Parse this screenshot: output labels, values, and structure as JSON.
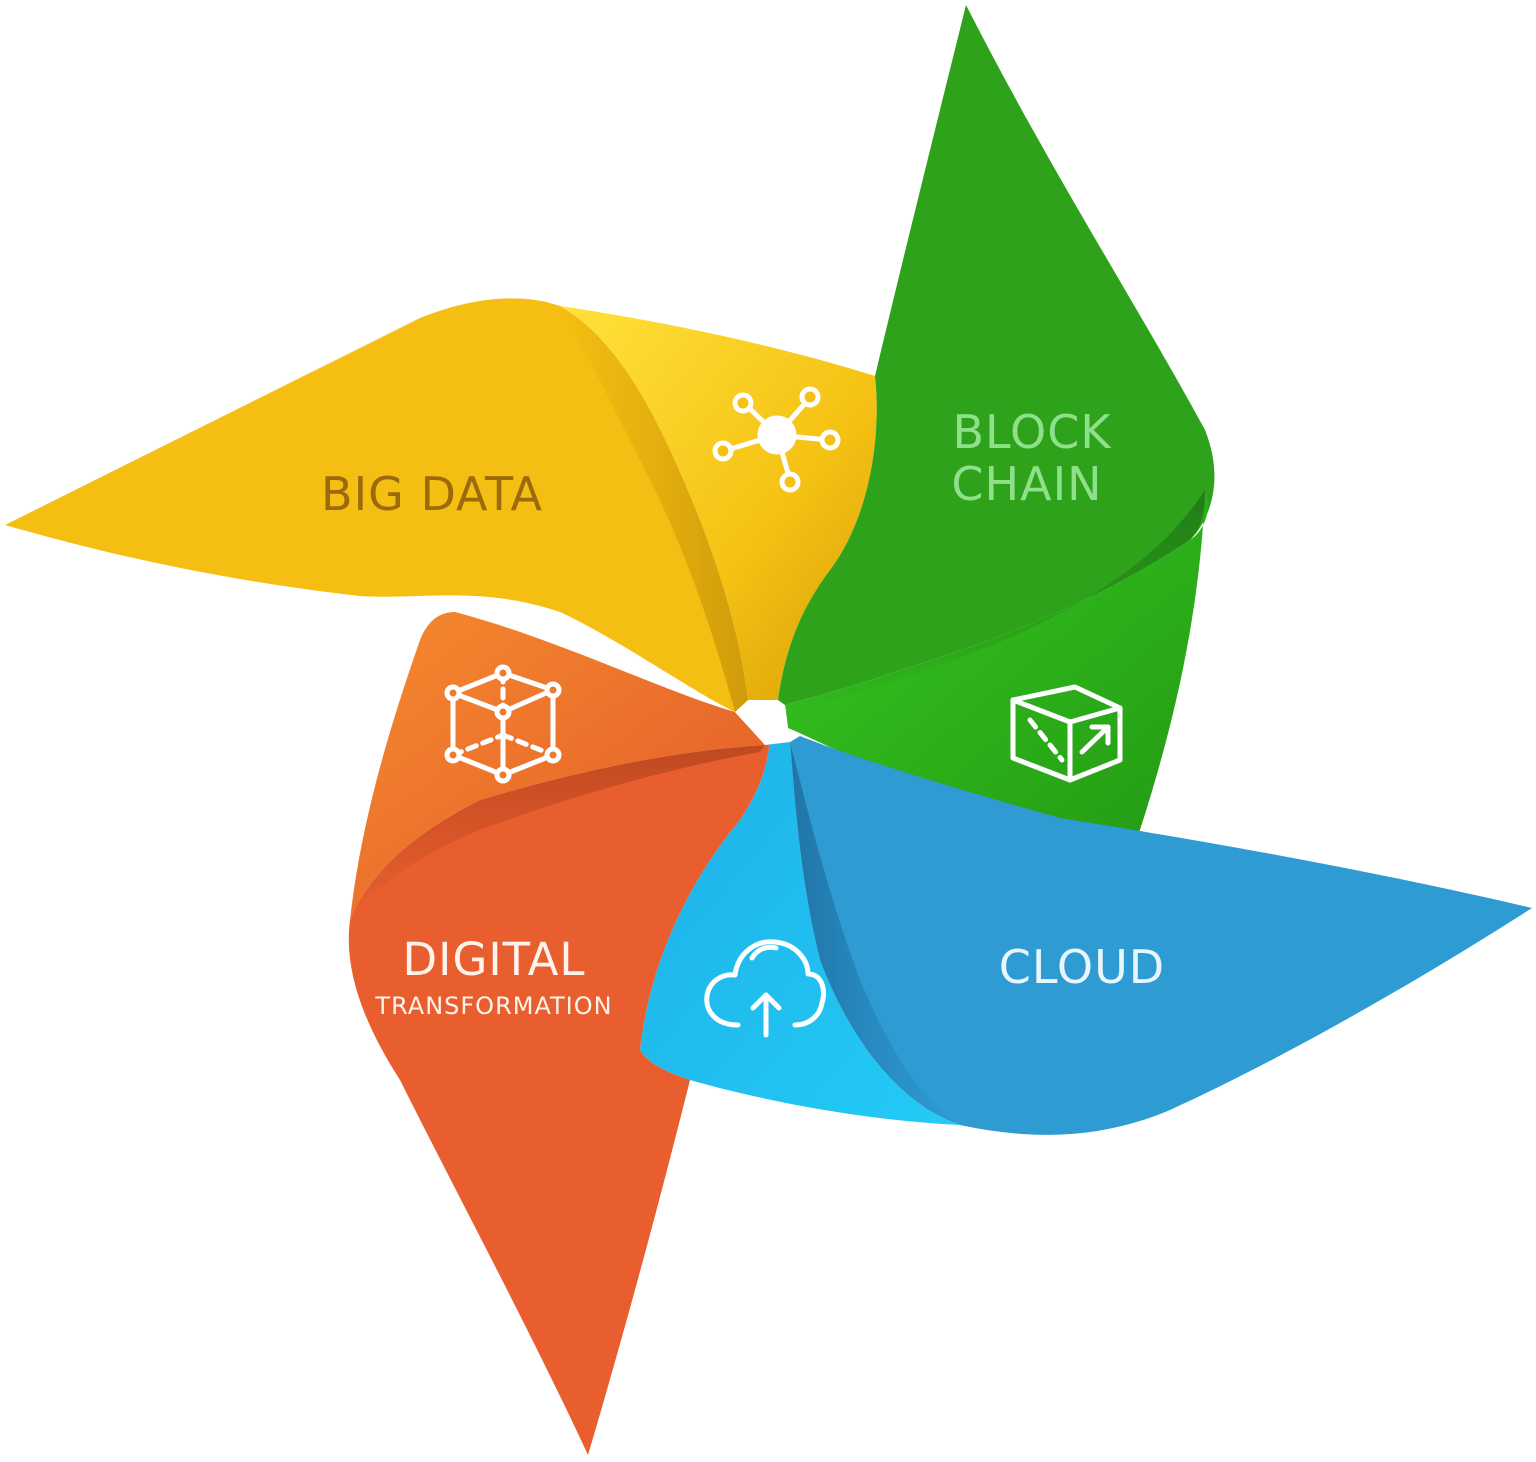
{
  "diagram": {
    "blades": {
      "big_data": {
        "label_lines": [
          "BIG DATA"
        ],
        "icon": "network-hub-icon",
        "colors": {
          "main": "#F5BE12",
          "light": "#FFD72A",
          "dark": "#C48F05",
          "text": "#9C6A0B"
        }
      },
      "block_chain": {
        "label_lines": [
          "BLOCK",
          "CHAIN"
        ],
        "icon": "box-3d-icon",
        "colors": {
          "main": "#2EA21B",
          "light": "#35C420",
          "dark": "#1D7A12",
          "text": "#8FE08A"
        }
      },
      "cloud": {
        "label_lines": [
          "CLOUD"
        ],
        "icon": "cloud-upload-icon",
        "colors": {
          "main": "#2E9BD3",
          "light": "#22C3F0",
          "dark": "#1B6FA2",
          "text": "#E8F6FF"
        }
      },
      "digital_transformation": {
        "label_lines": [
          "DIGITAL",
          "TRANSFORMATION"
        ],
        "icon": "cube-wireframe-icon",
        "colors": {
          "main": "#E85E2E",
          "light": "#F07A2C",
          "dark": "#B8441C",
          "text": "#FFF3EC"
        }
      }
    }
  }
}
